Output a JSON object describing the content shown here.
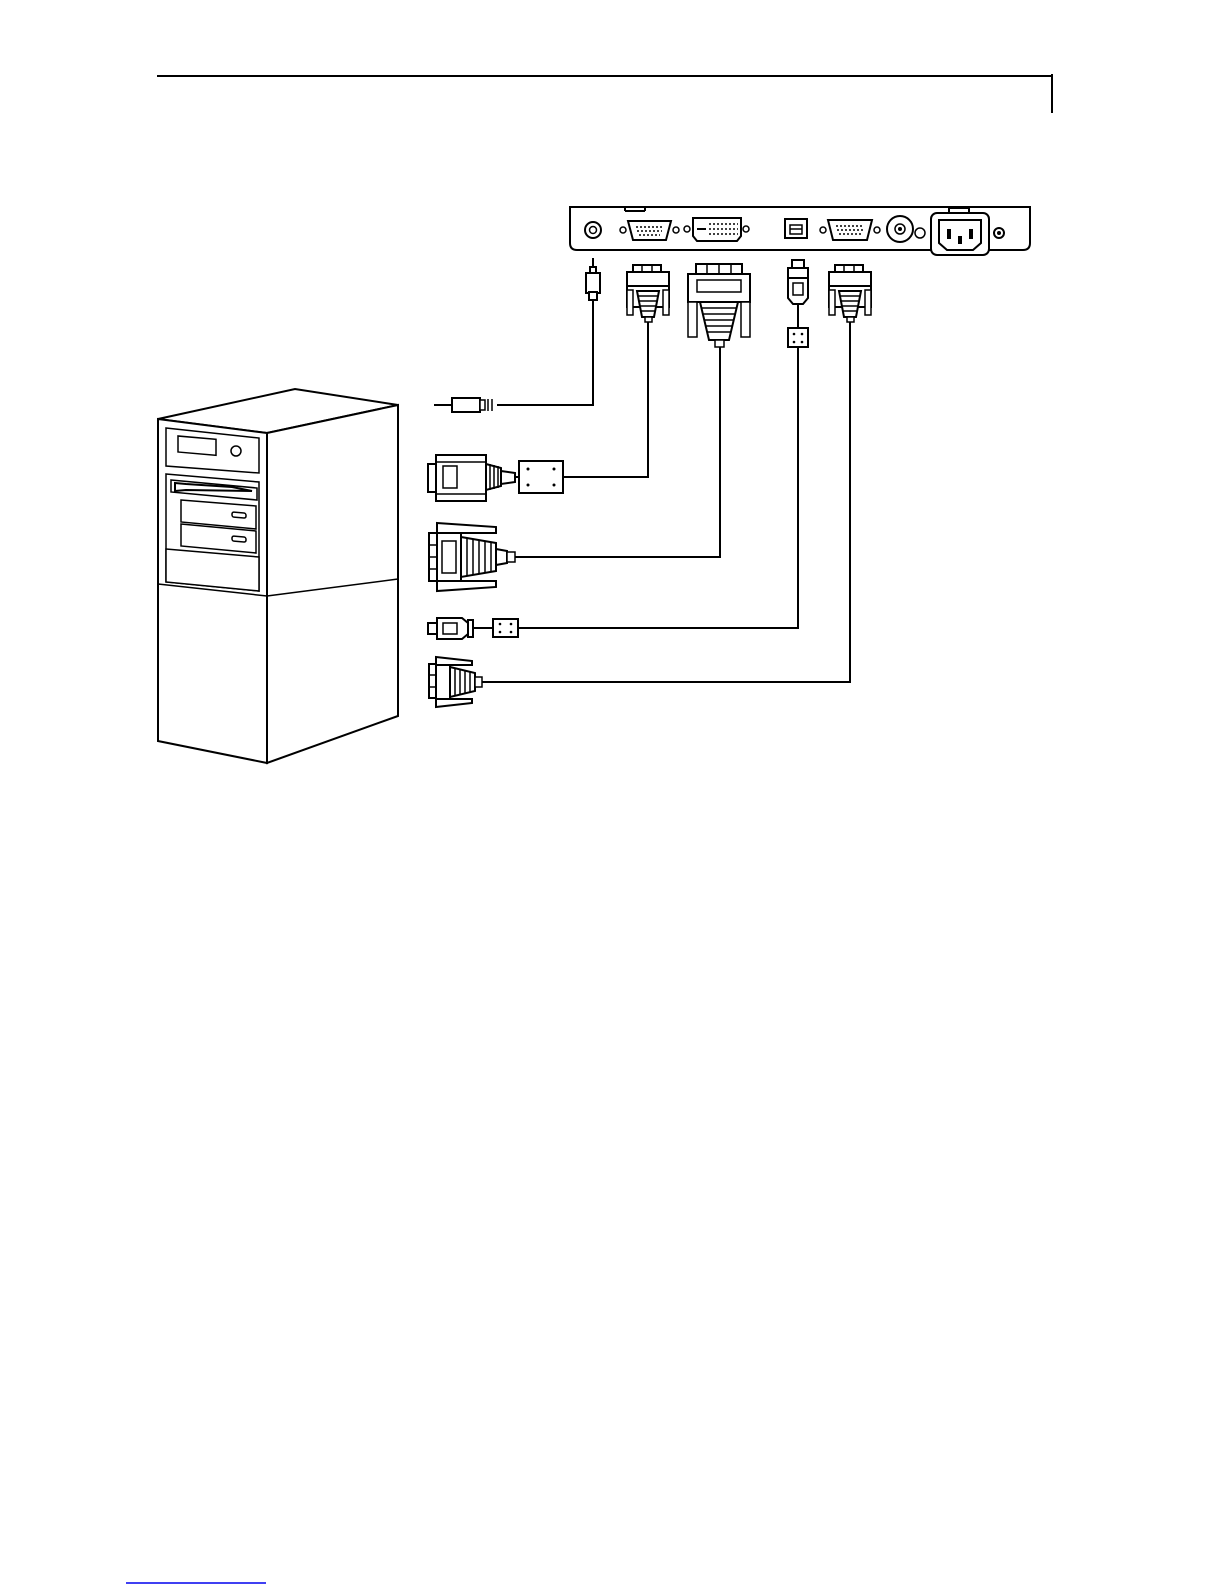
{
  "diagram": {
    "components": [
      {
        "id": "desktop-computer",
        "kind": "tower-pc"
      },
      {
        "id": "monitor-rear-panel",
        "kind": "io-panel"
      }
    ],
    "panel_ports": [
      "audio-in",
      "vga-in-1",
      "dvi-in",
      "usb-upstream",
      "vga-in-2",
      "bnc",
      "power-ac-in",
      "grounding-screw"
    ],
    "cables": [
      {
        "id": "audio-cable",
        "from_port": "audio-in",
        "to": "desktop-computer"
      },
      {
        "id": "vga-cable-1",
        "from_port": "vga-in-1",
        "to": "desktop-computer",
        "ferrite": true
      },
      {
        "id": "dvi-cable",
        "from_port": "dvi-in",
        "to": "desktop-computer"
      },
      {
        "id": "usb-cable",
        "from_port": "usb-upstream",
        "to": "desktop-computer",
        "ferrite": true
      },
      {
        "id": "vga-cable-2",
        "from_port": "vga-in-2",
        "to": "desktop-computer"
      }
    ],
    "line_color": "#000000",
    "background": "#ffffff"
  }
}
